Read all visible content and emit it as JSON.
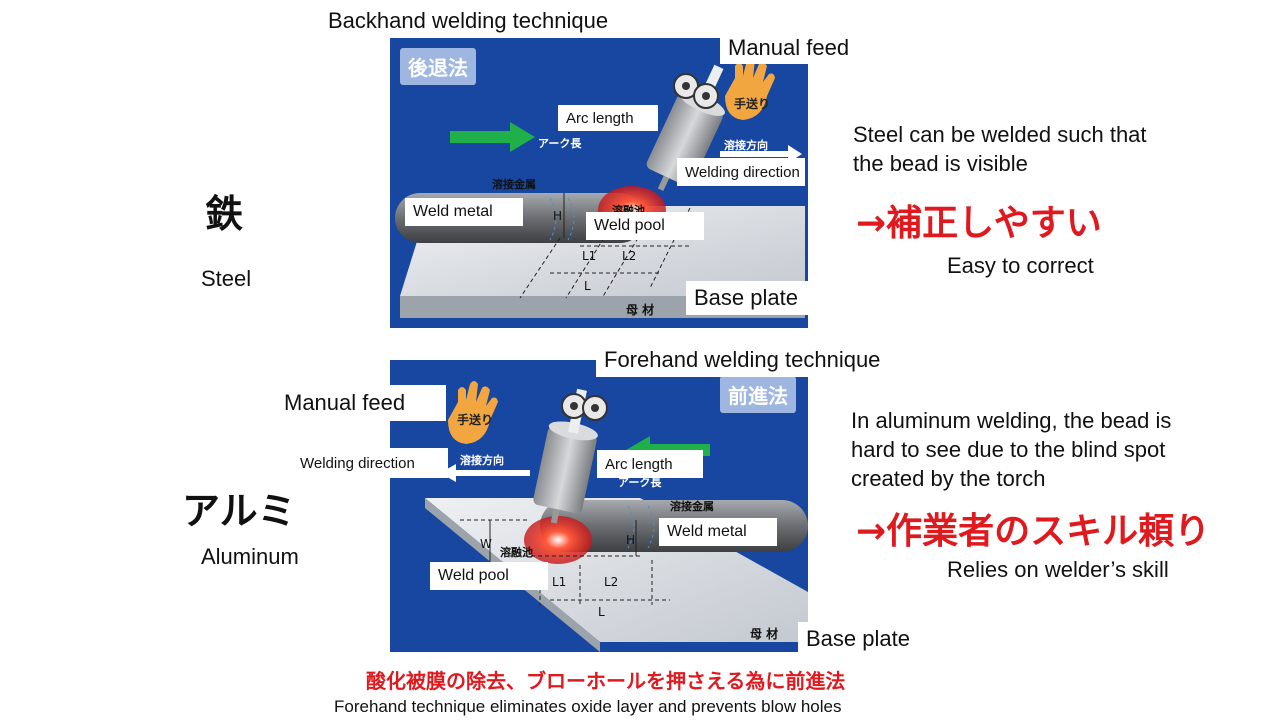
{
  "top": {
    "technique_title": "Backhand welding technique",
    "jp_tag": "後退法",
    "manual_feed": "Manual feed",
    "hand_jp": "手送り",
    "arc_length": "Arc length",
    "arc_length_jp": "アーク長",
    "welding_direction": "Welding direction",
    "welding_direction_jp": "溶接方向",
    "weld_metal": "Weld metal",
    "weld_metal_jp": "溶接金属",
    "weld_pool": "Weld pool",
    "weld_pool_jp": "溶融池",
    "base_plate": "Base plate",
    "base_plate_jp": "母 材",
    "dim_h": "H",
    "dim_l1": "L1",
    "dim_l2": "L2",
    "dim_l": "L",
    "material_jp": "鉄",
    "material_en": "Steel",
    "note": "Steel can be welded such that the bead is visible",
    "result_jp": "→補正しやすい",
    "result_en": "Easy to correct"
  },
  "bottom": {
    "technique_title": "Forehand welding technique",
    "jp_tag": "前進法",
    "manual_feed": "Manual feed",
    "hand_jp": "手送り",
    "arc_length": "Arc length",
    "arc_length_jp": "アーク長",
    "welding_direction": "Welding direction",
    "welding_direction_jp": "溶接方向",
    "weld_metal": "Weld metal",
    "weld_metal_jp": "溶接金属",
    "weld_pool": "Weld pool",
    "weld_pool_jp": "溶融池",
    "base_plate": "Base plate",
    "base_plate_jp": "母 材",
    "dim_h": "H",
    "dim_w": "W",
    "dim_l1": "L1",
    "dim_l2": "L2",
    "dim_l": "L",
    "material_jp": "アルミ",
    "material_en": "Aluminum",
    "note": "In aluminum welding, the bead is hard to see due to the blind spot created by the torch",
    "result_jp": "→作業者のスキル頼り",
    "result_en": "Relies on welder’s skill"
  },
  "footer": {
    "jp": "酸化被膜の除去、ブローホールを押さえる為に前進法",
    "en": "Forehand technique eliminates oxide layer and prevents blow holes"
  },
  "colors": {
    "panel_blue": "#1747a0",
    "red": "#e0191f",
    "green_arrow": "#1fb04a",
    "plate": "#d5d9df",
    "hand": "#f2a640"
  }
}
